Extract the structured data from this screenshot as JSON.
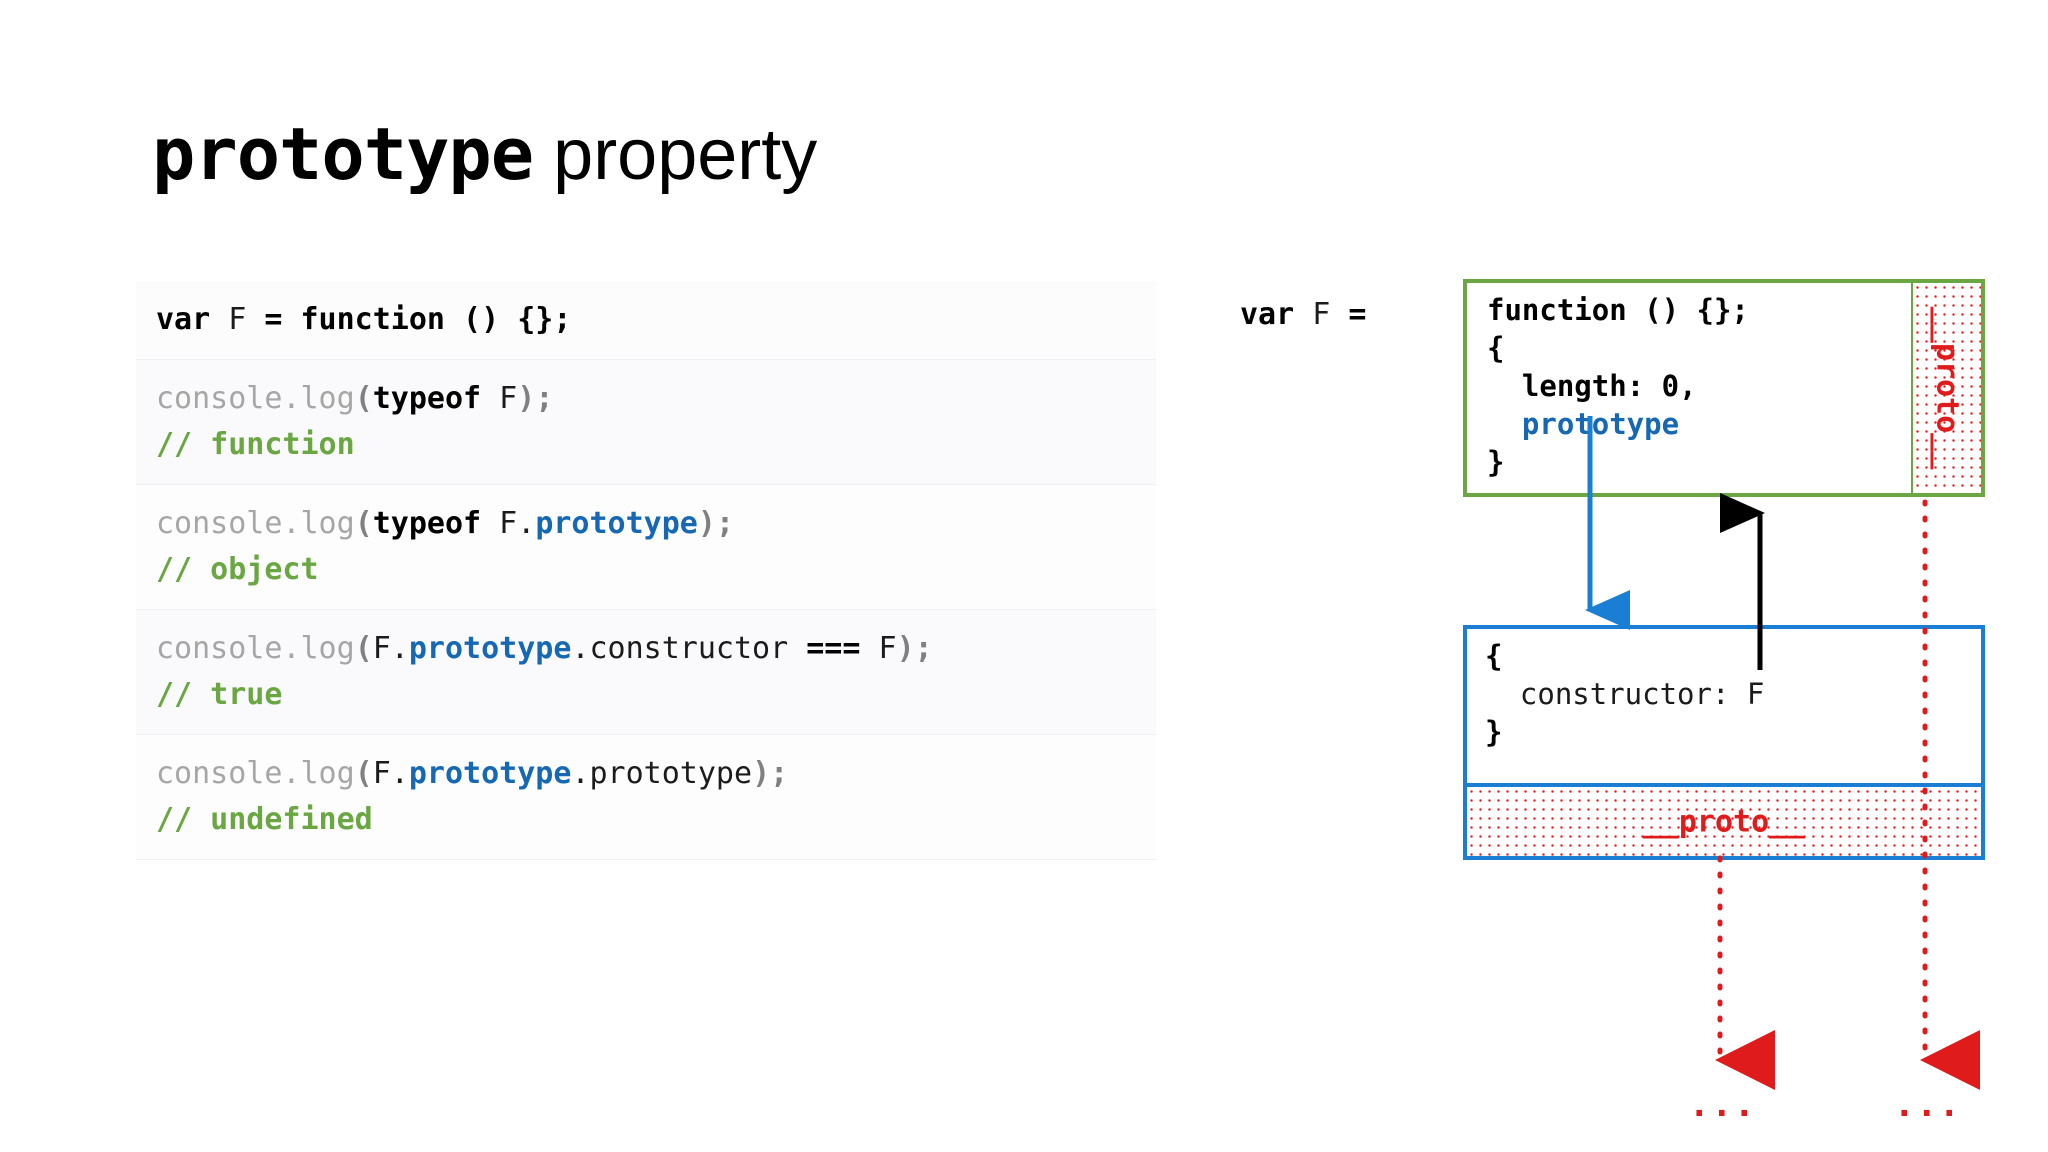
{
  "title": {
    "mono_part": "prototype",
    "sans_part": " property"
  },
  "colors": {
    "proto_blue": "#1668b3",
    "comment_green": "#6aa642",
    "proto_red": "#e01b1b",
    "box_blue": "#1a7fd4",
    "box_green": "#6aa642",
    "dim_gray": "#a6a6a6"
  },
  "code_panel": {
    "blocks": [
      {
        "name": "declaration",
        "code_tokens": "var F = function () {};",
        "parts": {
          "kw_var": "var",
          "ident_f": " F ",
          "eq": "=",
          "kw_function": " function",
          "tail": " () {};"
        },
        "comment": ""
      },
      {
        "name": "typeof-F",
        "prefix": "console.log",
        "open_paren": "(",
        "kw": "typeof",
        "ident": " F",
        "close_paren": ")",
        "semi": ";",
        "comment": "// function"
      },
      {
        "name": "typeof-F-prototype",
        "prefix": "console.log",
        "open_paren": "(",
        "kw": "typeof",
        "ident": " F.",
        "proto": "prototype",
        "close_paren": ")",
        "semi": ";",
        "comment": "// object"
      },
      {
        "name": "constructor-strict-equals",
        "prefix": "console.log",
        "open_paren": "(",
        "ident": "F.",
        "proto": "prototype",
        "member": ".constructor",
        "op": " === ",
        "ident2": "F",
        "close_paren": ")",
        "semi": ";",
        "comment": "// true"
      },
      {
        "name": "prototype-prototype",
        "prefix": "console.log",
        "open_paren": "(",
        "ident": "F.",
        "proto": "prototype",
        "member": ".prototype",
        "close_paren": ")",
        "semi": ";",
        "comment": "// undefined"
      }
    ]
  },
  "diagram": {
    "assignment_label": {
      "kw_var": "var",
      "ident": " F ",
      "eq": "="
    },
    "function_box": {
      "line1": "function () {};",
      "line2": "{",
      "line3_key": "  length",
      "line3_val": ": 0,",
      "line4_proto": "  prototype",
      "line5": "}",
      "proto_slot_label": "__proto__"
    },
    "prototype_box": {
      "line1": "{",
      "line2": "  constructor: F",
      "line3": "}",
      "proto_slot_label": "__proto__"
    },
    "ellipsis_left": "...",
    "ellipsis_right": "..."
  }
}
